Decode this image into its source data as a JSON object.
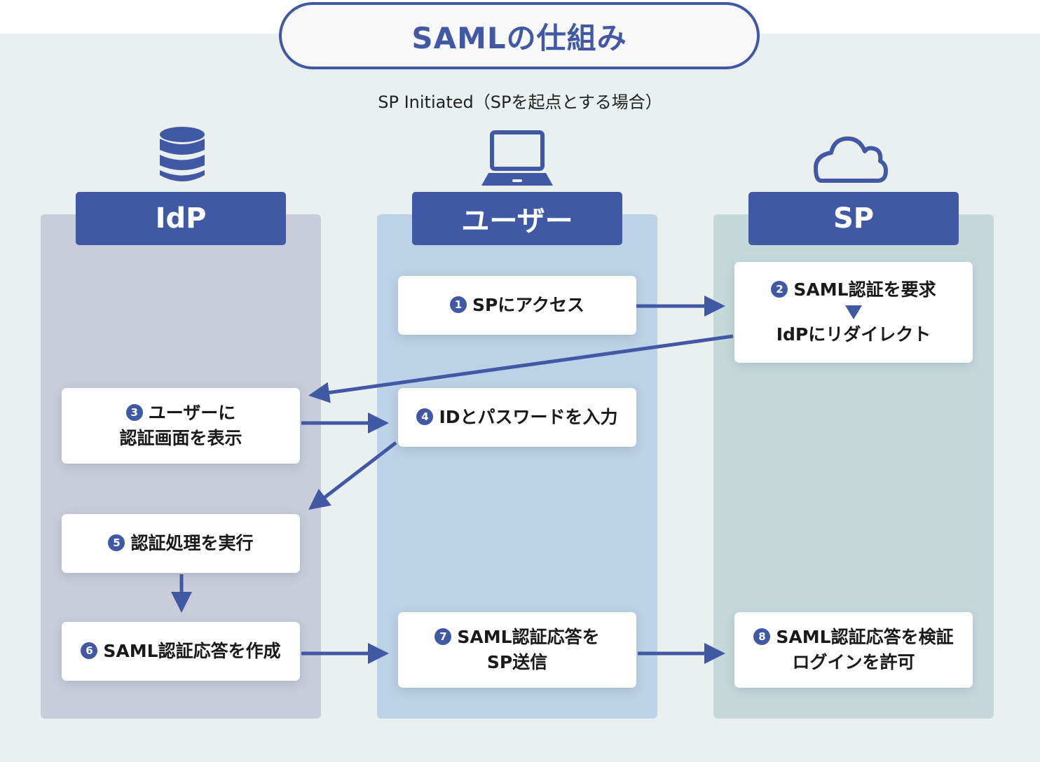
{
  "title": "SAMLの仕組み",
  "subtitle": "SP Initiated（SPを起点とする場合）",
  "colors": {
    "accent": "#4159a4",
    "background": "#eaf0f0",
    "idp_column": "#c9ccd9",
    "user_column": "#bcd2e6",
    "sp_column": "#c4dad9"
  },
  "columns": [
    {
      "label": "IdP",
      "icon": "database-icon"
    },
    {
      "label": "ユーザー",
      "icon": "laptop-icon"
    },
    {
      "label": "SP",
      "icon": "cloud-icon"
    }
  ],
  "steps": [
    {
      "num": "1",
      "column": "ユーザー",
      "lines": [
        "SPにアクセス"
      ]
    },
    {
      "num": "2",
      "column": "SP",
      "lines": [
        "SAML認証を要求",
        "IdPにリダイレクト"
      ]
    },
    {
      "num": "3",
      "column": "IdP",
      "lines": [
        "ユーザーに",
        "認証画面を表示"
      ]
    },
    {
      "num": "4",
      "column": "ユーザー",
      "lines": [
        "IDとパスワードを入力"
      ]
    },
    {
      "num": "5",
      "column": "IdP",
      "lines": [
        "認証処理を実行"
      ]
    },
    {
      "num": "6",
      "column": "IdP",
      "lines": [
        "SAML認証応答を作成"
      ]
    },
    {
      "num": "7",
      "column": "ユーザー",
      "lines": [
        "SAML認証応答を",
        "SP送信"
      ]
    },
    {
      "num": "8",
      "column": "SP",
      "lines": [
        "SAML認証応答を検証",
        "ログインを許可"
      ]
    }
  ],
  "flows": [
    {
      "from": "1",
      "to": "2"
    },
    {
      "from": "2",
      "to": "3"
    },
    {
      "from": "3",
      "to": "4"
    },
    {
      "from": "4",
      "to": "5"
    },
    {
      "from": "5",
      "to": "6"
    },
    {
      "from": "6",
      "to": "7"
    },
    {
      "from": "7",
      "to": "8"
    }
  ]
}
